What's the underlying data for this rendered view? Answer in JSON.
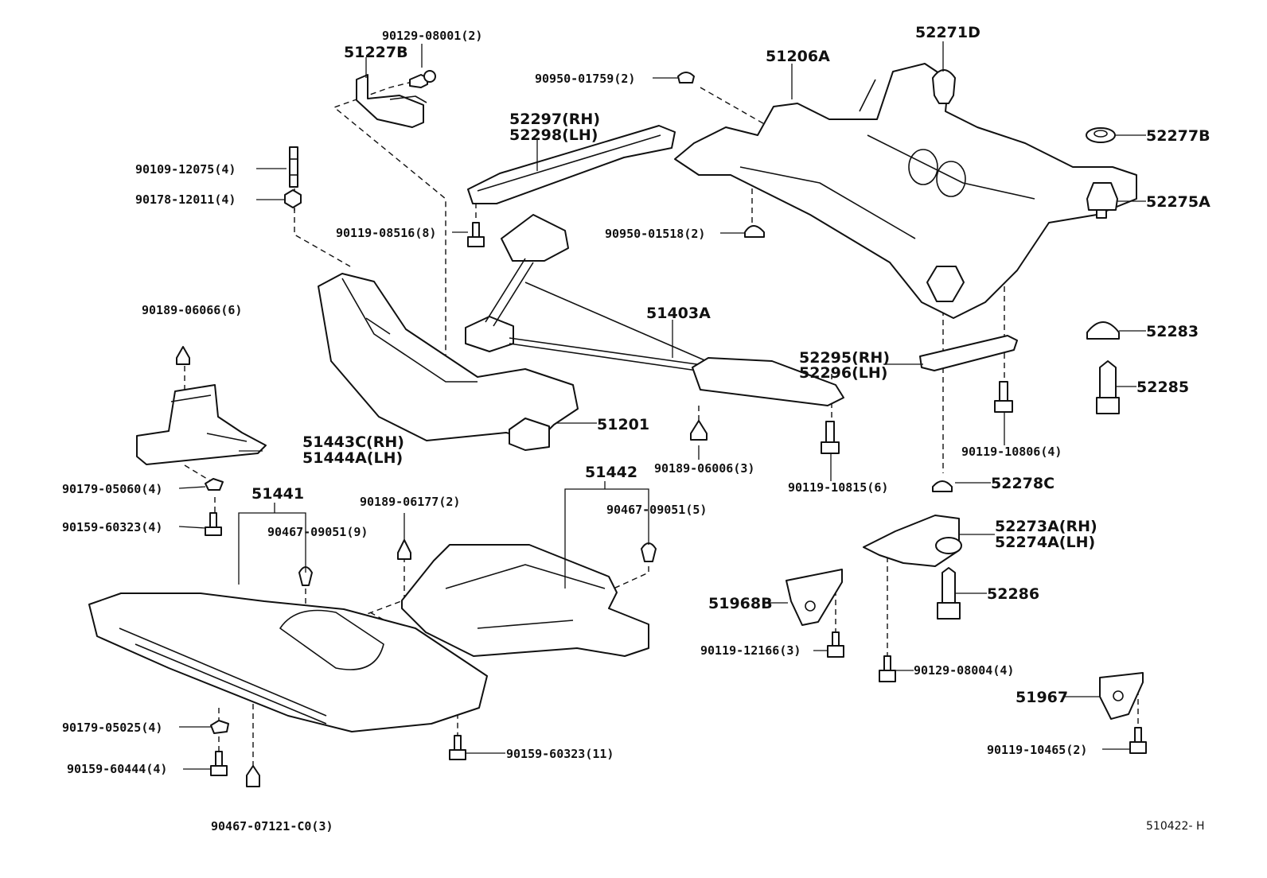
{
  "diagram_id": "510422- H",
  "labels": {
    "p90129_08001": "90129-08001(2)",
    "p51227B": "51227B",
    "p90109_12075": "90109-12075(4)",
    "p90178_12011": "90178-12011(4)",
    "p90189_06066": "90189-06066(6)",
    "p51443C": "51443C(RH)",
    "p51444A": "51444A(LH)",
    "p90179_05060": "90179-05060(4)",
    "p90159_60323a": "90159-60323(4)",
    "p51441": "51441",
    "p90467_09051_9": "90467-09051(9)",
    "p90189_06177": "90189-06177(2)",
    "p51442": "51442",
    "p90467_09051_5": "90467-09051(5)",
    "p90179_05025": "90179-05025(4)",
    "p90159_60444": "90159-60444(4)",
    "p90467_07121": "90467-07121-C0(3)",
    "p90159_60323b": "90159-60323(11)",
    "p90950_01759": "90950-01759(2)",
    "p52297": "52297(RH)",
    "p52298": "52298(LH)",
    "p90119_08516": "90119-08516(8)",
    "p90950_01518": "90950-01518(2)",
    "p51206A": "51206A",
    "p52271D": "52271D",
    "p52277B": "52277B",
    "p52275A": "52275A",
    "p52283": "52283",
    "p52285": "52285",
    "p51403A": "51403A",
    "p52295": "52295(RH)",
    "p52296": "52296(LH)",
    "p51201": "51201",
    "p90189_06006": "90189-06006(3)",
    "p90119_10815": "90119-10815(6)",
    "p90119_10806": "90119-10806(4)",
    "p52278C": "52278C",
    "p52273A": "52273A(RH)",
    "p52274A": "52274A(LH)",
    "p52286": "52286",
    "p51968B": "51968B",
    "p90119_12166": "90119-12166(3)",
    "p90129_08004": "90129-08004(4)",
    "p51967": "51967",
    "p90119_10465": "90119-10465(2)"
  }
}
